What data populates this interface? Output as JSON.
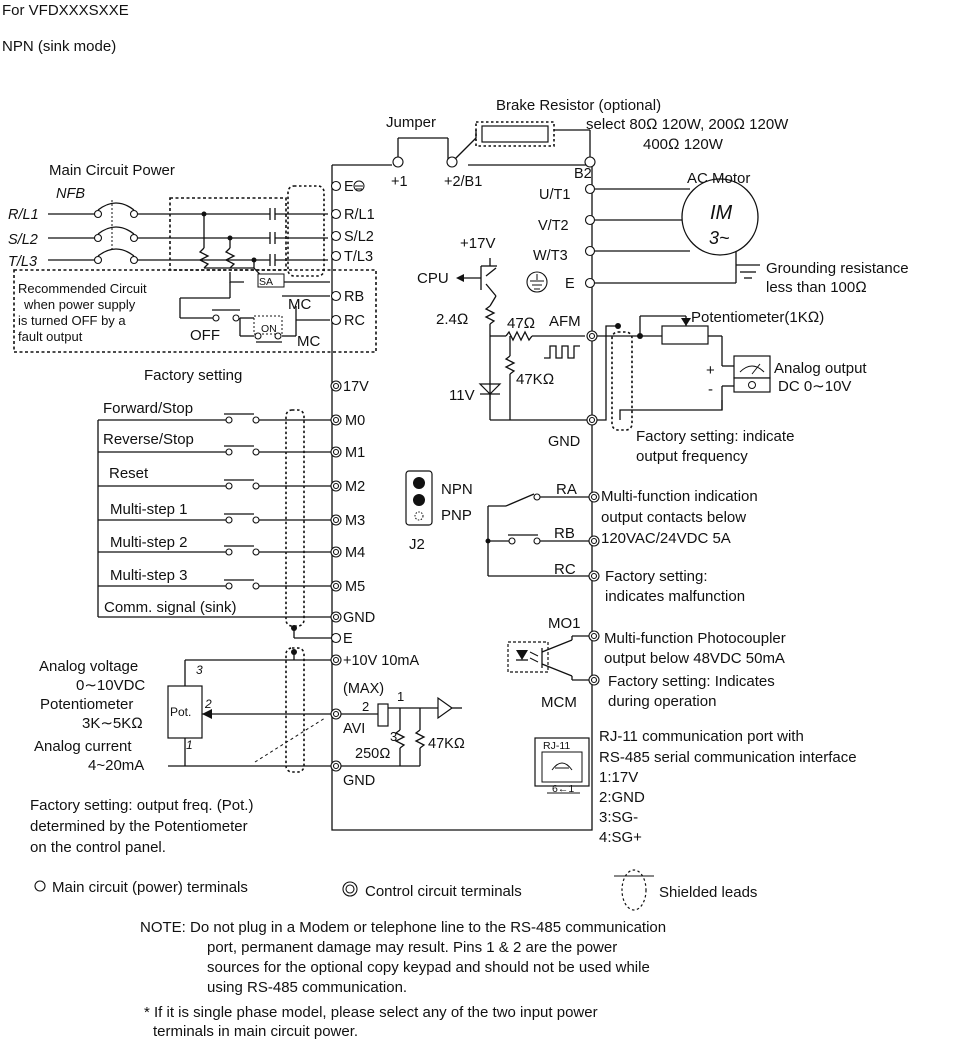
{
  "header": {
    "model": "For VFDXXXSXXE",
    "mode": "NPN (sink mode)"
  },
  "brake": {
    "title": "Brake Resistor (optional)",
    "line1": "select 80Ω 120W, 200Ω  120W",
    "line2": "400Ω 120W"
  },
  "jumper": "Jumper",
  "main_power": {
    "title": "Main Circuit Power",
    "nfb": "NFB",
    "r": "R/L1",
    "s": "S/L2",
    "t": "T/L3"
  },
  "recommended": {
    "l1": "Recommended Circuit",
    "l2": "when power supply",
    "l3": "is turned OFF by a",
    "l4": "fault output"
  },
  "switches": {
    "off": "OFF",
    "on": "ON",
    "sa": "SA",
    "mc1": "MC",
    "mc2": "MC"
  },
  "terminals_left": {
    "e": "E",
    "r": "R/L1",
    "s": "S/L2",
    "t": "T/L3",
    "rb": "RB",
    "rc": "RC",
    "v17": "17V",
    "m0": "M0",
    "m1": "M1",
    "m2": "M2",
    "m3": "M3",
    "m4": "M4",
    "m5": "M5",
    "gnd1": "GND",
    "e2": "E",
    "v10": "+10V 10mA",
    "max": "(MAX)",
    "avi": "AVI",
    "gnd2": "GND"
  },
  "terminals_top": {
    "p1": "+1",
    "p2": "+2/B1",
    "b2": "B2"
  },
  "motor_terms": {
    "u": "U/T1",
    "v": "V/T2",
    "w": "W/T3",
    "e": "E"
  },
  "motor": {
    "title": "AC Motor",
    "im": "IM",
    "phase": "3~"
  },
  "grounding": {
    "l1": "Grounding resistance",
    "l2": "less than 100Ω"
  },
  "factory_setting_left": "Factory setting",
  "inputs": [
    "Forward/Stop",
    "Reverse/Stop",
    "Reset",
    "Multi-step 1",
    "Multi-step 2",
    "Multi-step 3",
    "Comm. signal (sink)"
  ],
  "analog_in": {
    "voltage": "Analog voltage",
    "voltage_range": "0∼10VDC",
    "pot": "Potentiometer",
    "pot_range": "3K∼5KΩ",
    "current": "Analog current",
    "current_range": "4~20mA",
    "pot_box": "Pot.",
    "pin1": "1",
    "pin2": "2",
    "pin3": "3"
  },
  "avi_circuit": {
    "n1": "1",
    "n2": "2",
    "n3": "3",
    "r47k": "47KΩ",
    "r250": "250Ω"
  },
  "factory_pot": {
    "l1": "Factory setting: output freq. (Pot.)",
    "l2": "determined by the Potentiometer",
    "l3": "on the control panel."
  },
  "afm": {
    "v17": "+17V",
    "cpu": "CPU",
    "r24": "2.4Ω",
    "r47": "47Ω",
    "afm": "AFM",
    "r47k": "47KΩ",
    "v11": "11V",
    "gnd": "GND"
  },
  "pot_out": {
    "title": "Potentiometer(1KΩ)",
    "plus": "+",
    "minus": "-",
    "l1": "Analog output",
    "l2": "DC 0∼10V"
  },
  "factory_afm": {
    "l1": "Factory setting: indicate",
    "l2": "output frequency"
  },
  "j2": {
    "npn": "NPN",
    "pnp": "PNP",
    "name": "J2"
  },
  "relay": {
    "ra": "RA",
    "rb": "RB",
    "rc": "RC",
    "l1": "Multi-function indication",
    "l2": "output contacts below",
    "l3": "120VAC/24VDC 5A",
    "f1": "Factory setting:",
    "f2": "indicates malfunction"
  },
  "photo": {
    "mo1": "MO1",
    "mcm": "MCM",
    "l1": "Multi-function Photocoupler",
    "l2": "output below 48VDC 50mA",
    "f1": "Factory setting: Indicates",
    "f2": "during operation"
  },
  "rj11": {
    "label": "RJ-11",
    "pins": "6←1",
    "l1": "RJ-11 communication port with",
    "l2": "RS-485 serial communication interface",
    "p1": "1:17V",
    "p2": "2:GND",
    "p3": "3:SG-",
    "p4": "4:SG+"
  },
  "legend": {
    "main": "Main circuit (power) terminals",
    "control": "Control circuit terminals",
    "shield": "Shielded leads"
  },
  "note": {
    "l1": "NOTE: Do not plug in a Modem or telephone line to the RS-485 communication",
    "l2": "port, permanent damage may result. Pins 1 & 2 are the power",
    "l3": "sources for the optional copy keypad and should not be used while",
    "l4": "using RS-485 communication.",
    "s1": "* If it is single phase model, please select any of the two input power",
    "s2": "terminals in main circuit power."
  }
}
